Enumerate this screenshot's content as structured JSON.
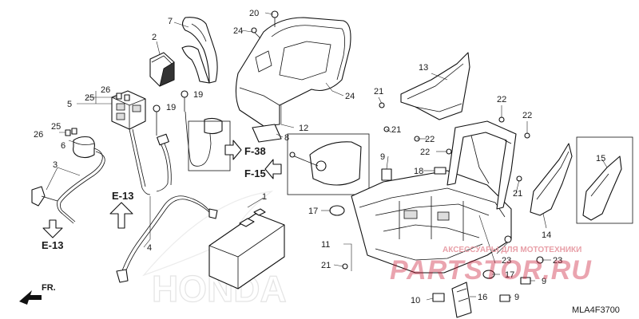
{
  "diagram": {
    "code": "MLA4F3700",
    "watermark_logo": "PARTSTOR.RU",
    "watermark_text": "АКСЕССУАРЫ ДЛЯ МОТОТЕХНИКИ",
    "bg_brand": "HONDA",
    "direction": "FR.",
    "refs": {
      "e13a": "E-13",
      "e13b": "E-13",
      "f38": "F-38",
      "f15": "F-15"
    },
    "callouts": {
      "c1": "1",
      "c2": "2",
      "c3": "3",
      "c4": "4",
      "c5": "5",
      "c6": "6",
      "c7": "7",
      "c8": "8",
      "c9a": "9",
      "c9b": "9",
      "c9c": "9",
      "c10": "10",
      "c11": "11",
      "c12": "12",
      "c13": "13",
      "c14": "14",
      "c15": "15",
      "c16": "16",
      "c17a": "17",
      "c17b": "17",
      "c18": "18",
      "c19a": "19",
      "c19b": "19",
      "c20": "20",
      "c21a": "21",
      "c21b": "21",
      "c21c": "21",
      "c21d": "21",
      "c22a": "22",
      "c22b": "22",
      "c22c": "22",
      "c22d": "22",
      "c23a": "23",
      "c23b": "23",
      "c24a": "24",
      "c24b": "24",
      "c25a": "25",
      "c25b": "25",
      "c26a": "26",
      "c26b": "26"
    },
    "colors": {
      "line": "#111111",
      "watermark_red": "#c8102e",
      "watermark_pink": "#e8a0a8"
    }
  }
}
